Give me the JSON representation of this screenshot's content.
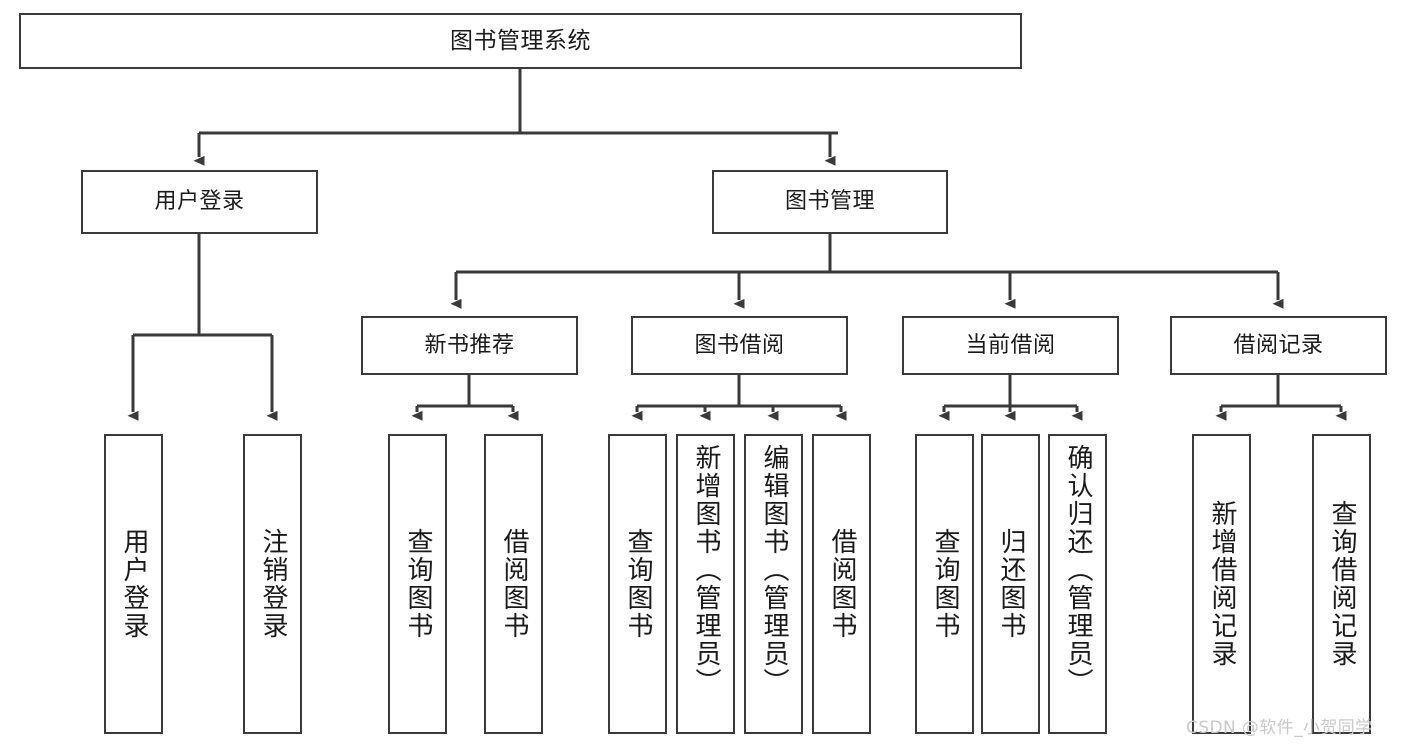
{
  "diagram": {
    "type": "tree",
    "title": "图书管理系统",
    "watermark": "CSDN @软件_小贺同学",
    "colors": {
      "box_border": "#3a3a3a",
      "box_fill": "#ffffff",
      "edge": "#3a3a3a",
      "text": "#1a1a1a",
      "watermark": "#c9c9c9"
    },
    "nodes": {
      "root": {
        "label": "图书管理系统"
      },
      "level1": [
        {
          "label": "用户登录"
        },
        {
          "label": "图书管理"
        }
      ],
      "level2": [
        {
          "label": "新书推荐"
        },
        {
          "label": "图书借阅"
        },
        {
          "label": "当前借阅"
        },
        {
          "label": "借阅记录"
        }
      ],
      "leaves": {
        "user_login": [
          {
            "label": "用户登录"
          },
          {
            "label": "注销登录"
          }
        ],
        "new_book": [
          {
            "label": "查询图书"
          },
          {
            "label": "借阅图书"
          }
        ],
        "borrow": [
          {
            "label": "查询图书"
          },
          {
            "label": "新增图书（管理员）"
          },
          {
            "label": "编辑图书（管理员）"
          },
          {
            "label": "借阅图书"
          }
        ],
        "current": [
          {
            "label": "查询图书"
          },
          {
            "label": "归还图书"
          },
          {
            "label": "确认归还（管理员）"
          }
        ],
        "records": [
          {
            "label": "新增借阅记录"
          },
          {
            "label": "查询借阅记录"
          }
        ]
      }
    }
  }
}
